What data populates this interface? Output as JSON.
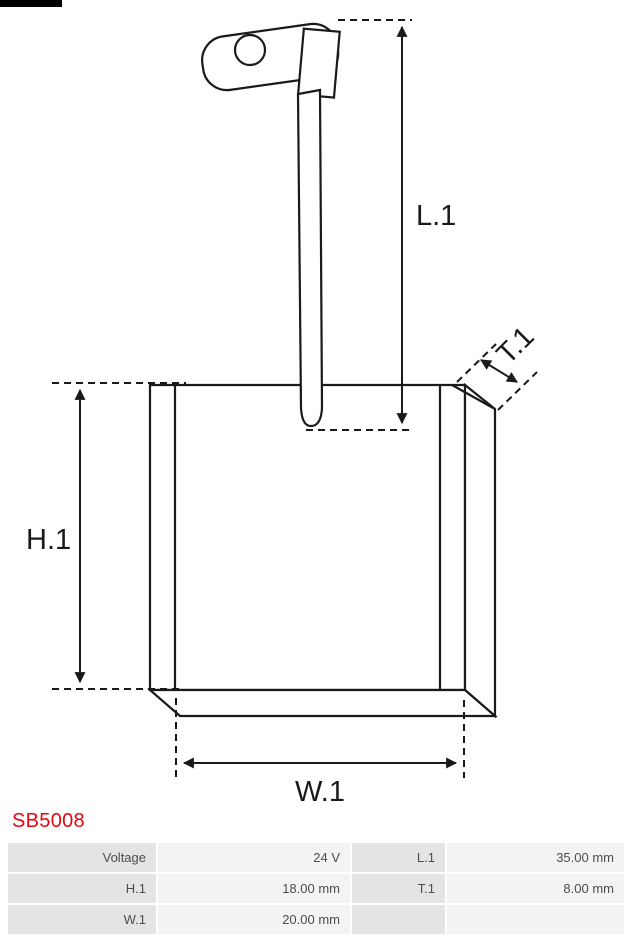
{
  "part_number": "SB5008",
  "colors": {
    "part_number_text": "#e30613",
    "table_label_bg": "#e4e4e4",
    "table_value_bg": "#f3f3f3",
    "line": "#1a1a1a"
  },
  "dimension_labels": {
    "length": "L.1",
    "height": "H.1",
    "width": "W.1",
    "thickness": "T.1"
  },
  "spec_table": {
    "rows": [
      {
        "label1": "Voltage",
        "value1": "24 V",
        "label2": "L.1",
        "value2": "35.00 mm"
      },
      {
        "label1": "H.1",
        "value1": "18.00 mm",
        "label2": "T.1",
        "value2": "8.00 mm"
      },
      {
        "label1": "W.1",
        "value1": "20.00 mm",
        "label2": "",
        "value2": ""
      }
    ]
  }
}
